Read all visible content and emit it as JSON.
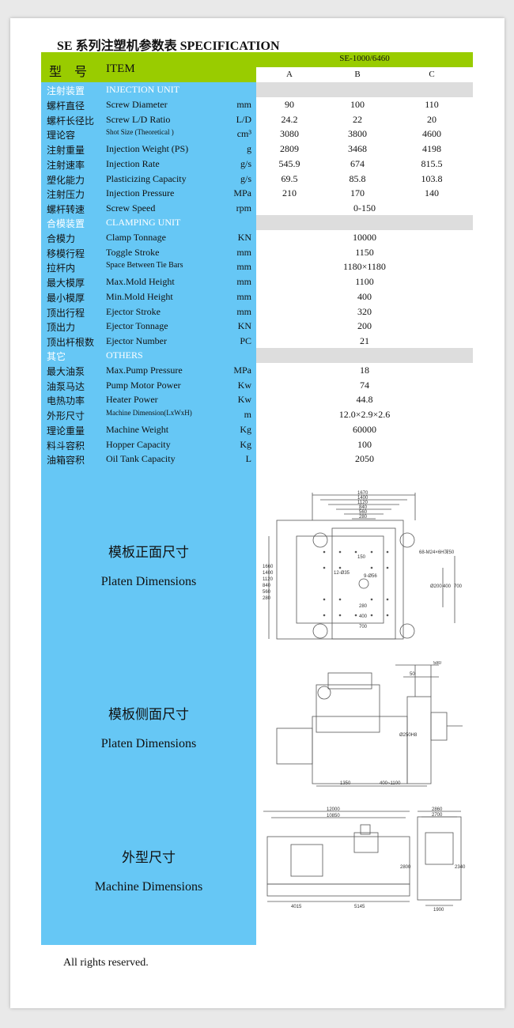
{
  "title": "SE 系列注塑机参数表 SPECIFICATION",
  "header": {
    "zh": "型 号",
    "en": "ITEM",
    "model": "SE-1000/6460",
    "cols": [
      "A",
      "B",
      "C"
    ]
  },
  "sections": {
    "injection": {
      "zh": "注射装置",
      "en": "INJECTION UNIT"
    },
    "clamping": {
      "zh": "合模装置",
      "en": "CLAMPING UNIT"
    },
    "others": {
      "zh": "其它",
      "en": "OTHERS"
    }
  },
  "injection_rows": [
    {
      "zh": "螺杆直径",
      "en": "Screw Diameter",
      "unit": "mm",
      "a": "90",
      "b": "100",
      "c": "110"
    },
    {
      "zh": "螺杆长径比",
      "en": "Screw L/D Ratio",
      "unit": "L/D",
      "a": "24.2",
      "b": "22",
      "c": "20"
    },
    {
      "zh": "理论容",
      "en": "Shot Size (Theoretical )",
      "unit": "cm³",
      "a": "3080",
      "b": "3800",
      "c": "4600"
    },
    {
      "zh": "注射重量",
      "en": "Injection Weight (PS)",
      "unit": "g",
      "a": "2809",
      "b": "3468",
      "c": "4198"
    },
    {
      "zh": "注射速率",
      "en": "Injection Rate",
      "unit": "g/s",
      "a": "545.9",
      "b": "674",
      "c": "815.5"
    },
    {
      "zh": "塑化能力",
      "en": "Plasticizing Capacity",
      "unit": "g/s",
      "a": "69.5",
      "b": "85.8",
      "c": "103.8"
    },
    {
      "zh": "注射压力",
      "en": "Injection Pressure",
      "unit": "MPa",
      "a": "210",
      "b": "170",
      "c": "140"
    }
  ],
  "screw_speed": {
    "zh": "螺杆转速",
    "en": "Screw Speed",
    "unit": "rpm",
    "value": "0-150"
  },
  "clamping_rows": [
    {
      "zh": "合模力",
      "en": "Clamp Tonnage",
      "unit": "KN",
      "value": "10000"
    },
    {
      "zh": "移模行程",
      "en": "Toggle Stroke",
      "unit": "mm",
      "value": "1150"
    },
    {
      "zh": "拉杆内",
      "en": "Space Between Tie Bars",
      "unit": "mm",
      "value": "1180×1180"
    },
    {
      "zh": "最大模厚",
      "en": "Max.Mold Height",
      "unit": "mm",
      "value": "1100"
    },
    {
      "zh": "最小模厚",
      "en": "Min.Mold Height",
      "unit": "mm",
      "value": "400"
    },
    {
      "zh": "顶出行程",
      "en": "Ejector Stroke",
      "unit": "mm",
      "value": "320"
    },
    {
      "zh": "顶出力",
      "en": "Ejector Tonnage",
      "unit": "KN",
      "value": "200"
    },
    {
      "zh": "顶出杆根数",
      "en": "Ejector Number",
      "unit": "PC",
      "value": "21"
    }
  ],
  "other_rows": [
    {
      "zh": "最大油泵",
      "en": "Max.Pump Pressure",
      "unit": "MPa",
      "value": "18"
    },
    {
      "zh": "油泵马达",
      "en": "Pump Motor Power",
      "unit": "Kw",
      "value": "74"
    },
    {
      "zh": "电热功率",
      "en": "Heater Power",
      "unit": "Kw",
      "value": "44.8"
    },
    {
      "zh": "外形尺寸",
      "en": "Machine Dimension(LxWxH)",
      "unit": "m",
      "value": "12.0×2.9×2.6"
    },
    {
      "zh": "理论重量",
      "en": "Machine Weight",
      "unit": "Kg",
      "value": "60000"
    },
    {
      "zh": "料斗容积",
      "en": "Hopper Capacity",
      "unit": "Kg",
      "value": "100"
    },
    {
      "zh": "油箱容积",
      "en": "Oil Tank Capacity",
      "unit": "L",
      "value": "2050"
    }
  ],
  "diagrams": {
    "platen_front": {
      "zh": "模板正面尺寸",
      "en": "Platen Dimensions",
      "dims": {
        "top": [
          "1670",
          "1400",
          "1120",
          "840",
          "560",
          "280"
        ],
        "side": [
          "1660",
          "1400",
          "1120",
          "840",
          "560",
          "280"
        ],
        "inner": [
          "150",
          "12-Ø35",
          "9-Ø56",
          "280",
          "400",
          "700"
        ],
        "right": [
          "Ø200",
          "400",
          "700"
        ],
        "bolt": "68-M24×6H深50"
      }
    },
    "platen_side": {
      "zh": "模板侧面尺寸",
      "en": "Platen Dimensions",
      "dims": {
        "a": "580",
        "b": "50",
        "c": "Ø250H8",
        "d": "1350",
        "e": "400~1100"
      }
    },
    "machine": {
      "zh": "外型尺寸",
      "en": "Machine Dimensions",
      "dims": {
        "total": "12000",
        "inner": "10850",
        "height": "2800",
        "left": "4015",
        "right": "5145",
        "w1": "2860",
        "w2": "2700",
        "h2": "2340",
        "base": "1900"
      }
    }
  },
  "footer": "All rights reserved."
}
